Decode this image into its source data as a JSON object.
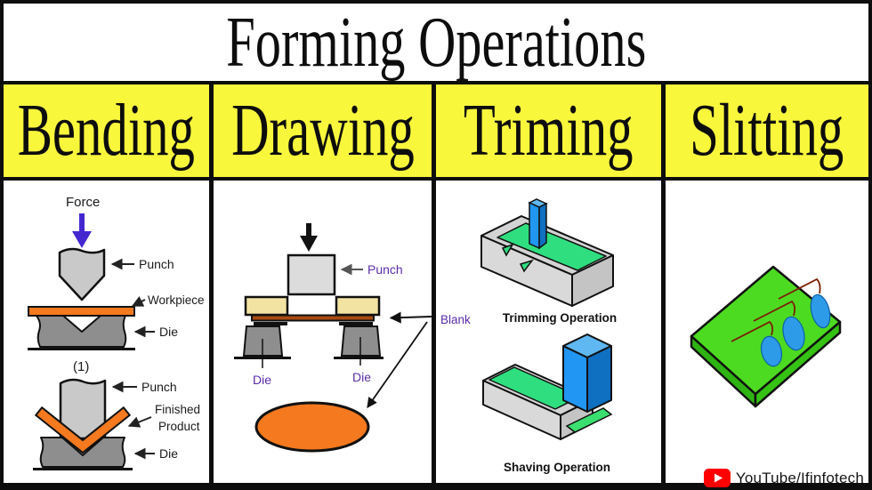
{
  "title": "Forming Operations",
  "headers": [
    {
      "label": "Bending"
    },
    {
      "label": "Drawing"
    },
    {
      "label": "Triming"
    },
    {
      "label": "Slitting"
    }
  ],
  "bending": {
    "force": "Force",
    "punch": "Punch",
    "workpiece": "Workpiece",
    "die": "Die",
    "figure_number": "(1)",
    "punch2": "Punch",
    "finished_line1": "Finished",
    "finished_line2": "Product",
    "die2": "Die"
  },
  "drawing": {
    "punch": "Punch",
    "die_left": "Die",
    "die_right": "Die",
    "blank": "Blank"
  },
  "triming": {
    "trimming_caption": "Trimming Operation",
    "shaving_caption": "Shaving Operation"
  },
  "watermark": {
    "label": "YouTube/Ifinfotech",
    "icon": "youtube-play-icon"
  },
  "colors": {
    "header_yellow": "#F8F73C",
    "workpiece_orange": "#F4791F",
    "blank_strip_brown": "#A84A10",
    "holder_cream": "#F3E3A3",
    "punch_gray": "#C9C9C9",
    "die_gray": "#8E8E8E",
    "block_gray": "#D3D3D3",
    "label_purple": "#5B2CA8",
    "force_arrow_violet": "#4527D0",
    "trim_green": "#2FDF7F",
    "sheet_green": "#4CDB20",
    "cutter_blue": "#2196F3",
    "youtube_red": "#FF0000"
  }
}
